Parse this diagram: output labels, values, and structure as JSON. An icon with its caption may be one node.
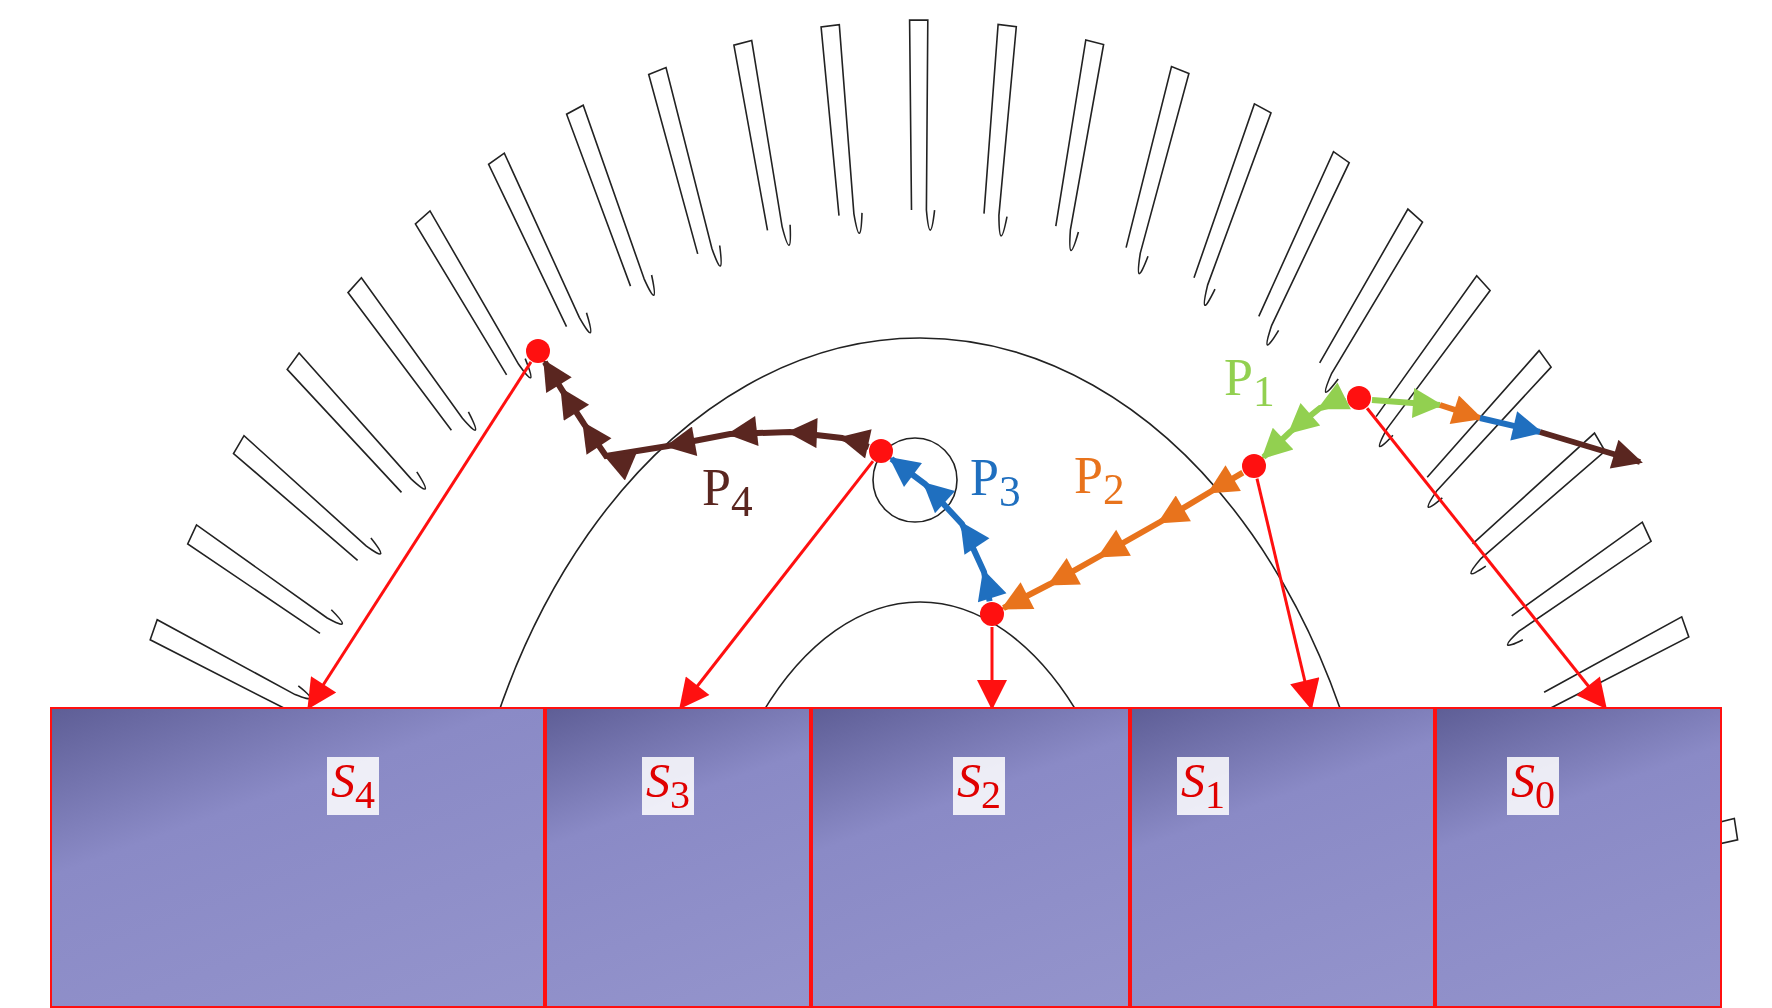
{
  "diagram": {
    "nodes": [
      {
        "text": [],
        "shape": "circle"
      },
      {
        "text": [],
        "shape": "circle"
      },
      {
        "text": [],
        "shape": "circle"
      },
      {
        "text": [],
        "shape": "circle"
      },
      {
        "text": [],
        "shape": "circle"
      },
      {
        "text": [
          "*S*$_{4}$"
        ]
      },
      {
        "text": [
          "*S*$_{3}$"
        ]
      },
      {
        "text": [
          "*S*$_{2}$"
        ]
      },
      {
        "text": [
          "*S*$_{1}$"
        ]
      },
      {
        "text": [
          "*S*$_{0}$"
        ]
      }
    ],
    "edges": [
      {
        "from": 0,
        "to": 5,
        "arrow": "to"
      },
      {
        "from": 1,
        "to": 6,
        "arrow": "to"
      },
      {
        "from": 2,
        "to": 7,
        "arrow": "to"
      },
      {
        "from": 3,
        "to": 8,
        "arrow": "to"
      },
      {
        "from": 4,
        "to": 9,
        "arrow": "to"
      },
      {
        "from": 4,
        "to": 3,
        "arrow": "to",
        "label": "P$_{1}$",
        "style": "thick",
        "color": "#92d050"
      },
      {
        "from": 3,
        "to": 2,
        "arrow": "to",
        "label": "P$_{2}$",
        "style": "thick",
        "color": "#e8731c"
      },
      {
        "from": 2,
        "to": 1,
        "arrow": "to",
        "label": "P$_{3}$",
        "style": "thick",
        "color": "#1f6fbf"
      },
      {
        "from": 1,
        "to": 0,
        "arrow": "to",
        "label": "P$_{4}$",
        "style": "thick",
        "color": "#5a2620"
      }
    ]
  }
}
